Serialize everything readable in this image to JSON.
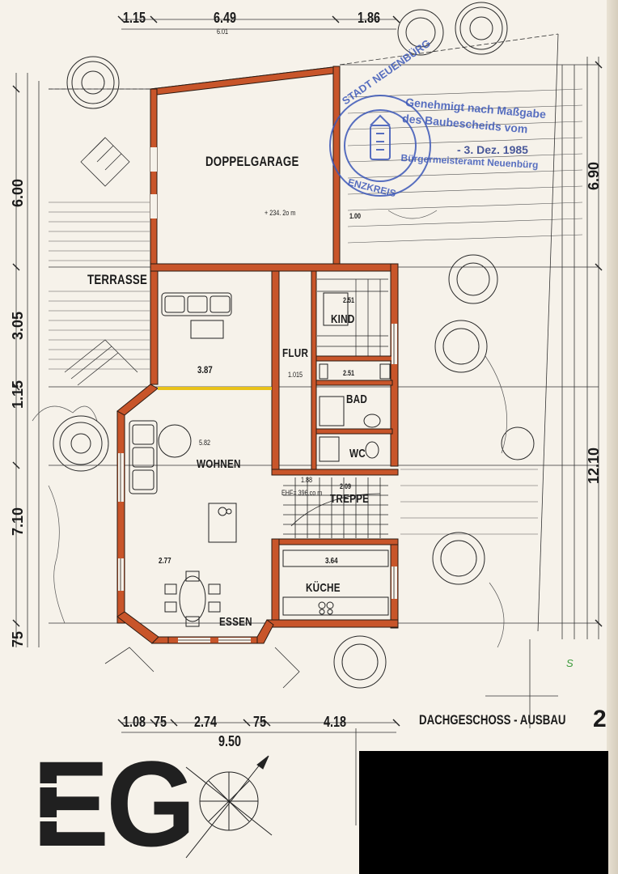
{
  "rooms": {
    "doppelgarage": "DOPPELGARAGE",
    "garage_level": "+ 234. 2o m",
    "terrasse": "TERRASSE",
    "kind": "KIND",
    "flur": "FLUR",
    "bad": "BAD",
    "wc": "WC",
    "wohnen": "WOHNEN",
    "treppe": "TREPPE",
    "kueche": "KÜCHE",
    "essen": "ESSEN"
  },
  "dimensions": {
    "top_left": "1.15",
    "top_mid": "6.49",
    "top_mid_inner": "6.01",
    "top_right": "1.86",
    "bottom_a": "1.08",
    "bottom_b": "75",
    "bottom_c": "2.74",
    "bottom_d": "75",
    "bottom_e": "4.18",
    "bottom_total": "9.50",
    "left_1": "6.00",
    "left_2": "3.05",
    "left_3": "1.15",
    "left_4": "7.10",
    "left_5": "75",
    "right_1": "6.90",
    "right_2": "12.10",
    "wohnen_width": "3.87",
    "wohnen_inner": "5.82",
    "kueche_width": "3.64",
    "treppe_width": "2.09",
    "essen_width": "2.77",
    "bad_width": "2.51",
    "kind_width": "2.51",
    "garage_side": "1.00",
    "efh_level": "EHF= 396.co m",
    "flur_dim": "1.015",
    "treppe_dim": "1.88"
  },
  "stamp": {
    "ring_text": "STADT NEUENBÜRG",
    "ring_bottom": "ENZKREIS",
    "line1": "Genehmigt nach Maßgabe",
    "line2": "des Baubescheids vom",
    "date": "- 3. Dez. 1985",
    "authority": "Bürgermeisteramt Neuenbürg"
  },
  "footer": {
    "title": "DACHGESCHOSS - AUSBAU",
    "page_number": "2",
    "floor_code": "EG"
  },
  "handwritten": {
    "mark": "S"
  },
  "colors": {
    "wall": "#c8552a",
    "wall_outline": "#2a1a12",
    "stamp": "#3c58b8",
    "paper": "#f6f2ea",
    "highlight": "#e9c21a"
  }
}
